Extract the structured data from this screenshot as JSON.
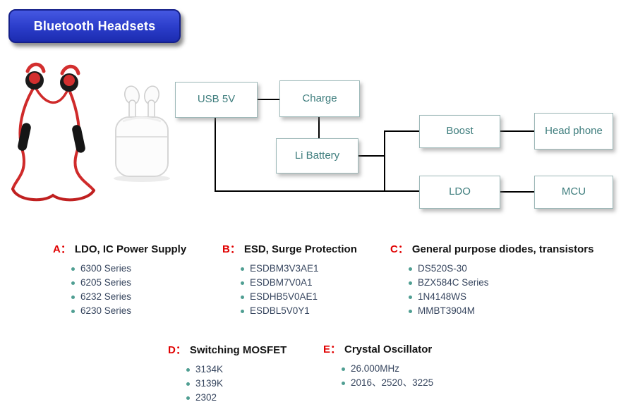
{
  "banner": {
    "title": "Bluetooth Headsets"
  },
  "images": {
    "neckband": "neckband-bluetooth-earphones",
    "airpods": "true-wireless-earbuds-with-case"
  },
  "diagram": {
    "boxes": [
      {
        "id": "usb5v",
        "label": "USB 5V"
      },
      {
        "id": "charge",
        "label": "Charge"
      },
      {
        "id": "li_battery",
        "label": "Li Battery"
      },
      {
        "id": "boost",
        "label": "Boost"
      },
      {
        "id": "headphone",
        "label": "Head phone"
      },
      {
        "id": "ldo",
        "label": "LDO"
      },
      {
        "id": "mcu",
        "label": "MCU"
      }
    ],
    "connections": [
      "USB 5V - Charge",
      "Charge - Li Battery",
      "Li Battery - Boost",
      "Li Battery - LDO",
      "USB 5V - LDO",
      "Boost - Head phone",
      "LDO - MCU"
    ]
  },
  "sections": [
    {
      "letter": "A：",
      "title": "LDO, IC Power Supply",
      "items": [
        "6300 Series",
        "6205 Series",
        "6232 Series",
        "6230 Series"
      ]
    },
    {
      "letter": "B：",
      "title": "ESD, Surge Protection",
      "items": [
        "ESDBM3V3AE1",
        "ESDBM7V0A1",
        "ESDHB5V0AE1",
        "ESDBL5V0Y1"
      ]
    },
    {
      "letter": "C：",
      "title": "General purpose diodes, transistors",
      "items": [
        "DS520S-30",
        "BZX584C Series",
        "1N4148WS",
        "MMBT3904M"
      ]
    },
    {
      "letter": "D：",
      "title": "Switching MOSFET",
      "items": [
        "3134K",
        "3139K",
        "2302"
      ]
    },
    {
      "letter": "E：",
      "title": "Crystal Oscillator",
      "items": [
        "26.000MHz",
        "2016、2520、3225"
      ]
    }
  ],
  "colors": {
    "banner_blue": "#2a3cc9",
    "banner_border": "#15208a",
    "accent_red": "#e00000",
    "box_border_teal": "#9db8b8",
    "box_text_teal": "#3e7d7d",
    "bullet_teal": "#4f9e92",
    "item_text_navy": "#37465f",
    "connector_black": "#000000",
    "earphone_red": "#cf2a2a"
  }
}
